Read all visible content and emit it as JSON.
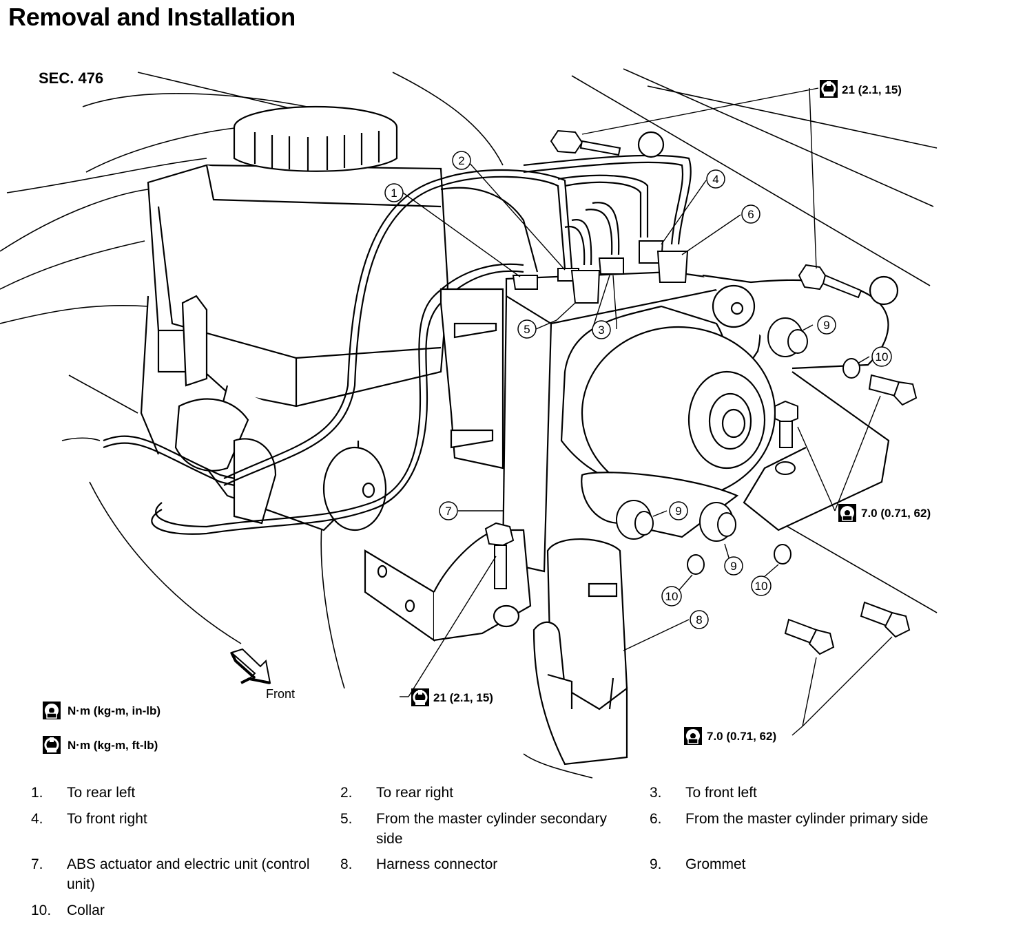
{
  "title": "Removal and Installation",
  "section": "SEC. 476",
  "torque_labels": {
    "top_right": "21 (2.1, 15)",
    "right_mid": "7.0 (0.71, 62)",
    "bottom_center": "21 (2.1, 15)",
    "bottom_right": "7.0 (0.71, 62)"
  },
  "torque_units": {
    "in_lb": "N·m (kg-m, in-lb)",
    "ft_lb": "N·m (kg-m, ft-lb)"
  },
  "front_label": "Front",
  "callouts": [
    "1",
    "2",
    "3",
    "4",
    "5",
    "6",
    "7",
    "8",
    "9",
    "10"
  ],
  "legend": [
    {
      "num": "1.",
      "text": "To rear left"
    },
    {
      "num": "2.",
      "text": "To rear right"
    },
    {
      "num": "3.",
      "text": "To front left"
    },
    {
      "num": "4.",
      "text": "To front right"
    },
    {
      "num": "5.",
      "text": "From the master cylinder secondary side"
    },
    {
      "num": "6.",
      "text": "From the master cylinder primary side"
    },
    {
      "num": "7.",
      "text": "ABS actuator and electric unit (control unit)"
    },
    {
      "num": "8.",
      "text": "Harness connector"
    },
    {
      "num": "9.",
      "text": "Grommet"
    },
    {
      "num": "10.",
      "text": "Collar"
    }
  ],
  "icons": {
    "torque_in_lb": "torque-wrench-in-lb-icon",
    "torque_ft_lb": "torque-wrench-ft-lb-icon",
    "front_arrow": "front-arrow-icon"
  }
}
